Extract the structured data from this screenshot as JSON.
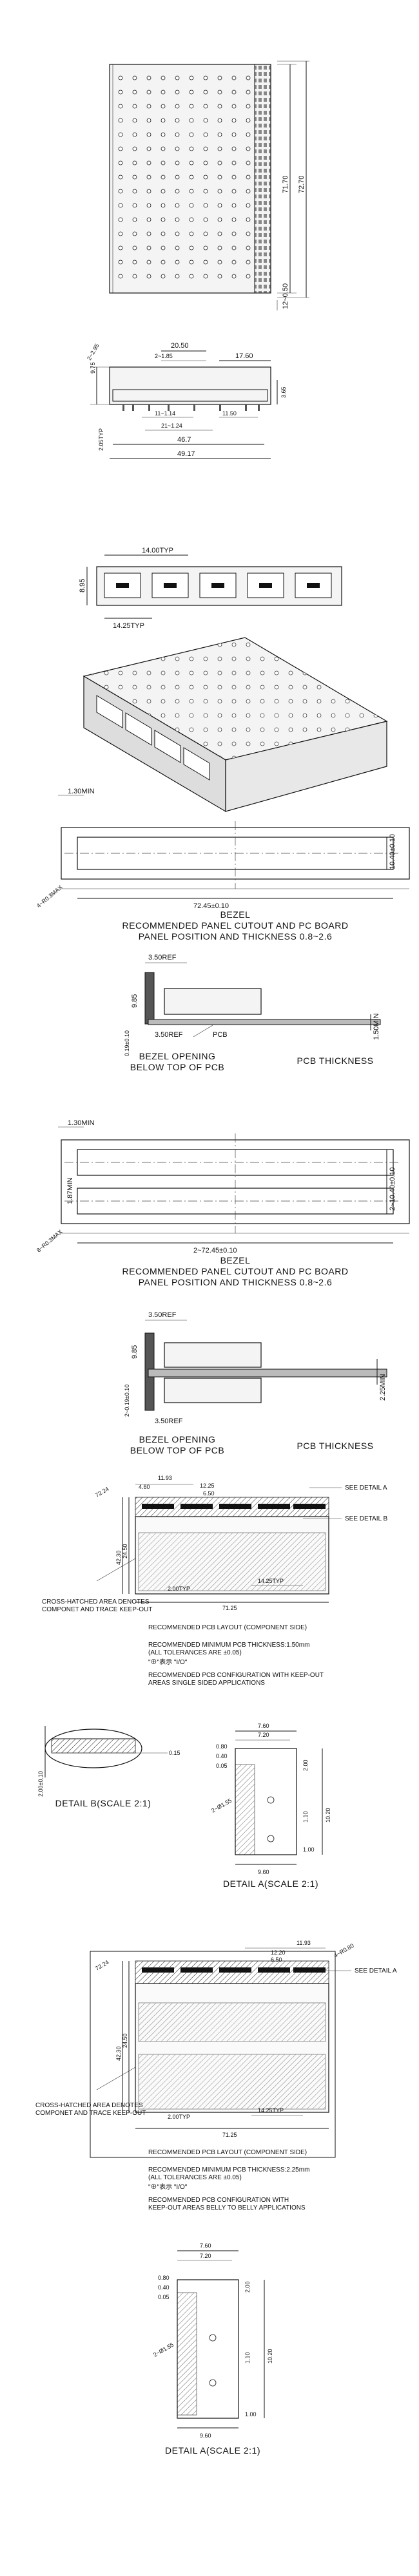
{
  "top_view": {
    "dims": {
      "a": "71.70",
      "b": "72.70",
      "c": "12~0.50"
    }
  },
  "side_view": {
    "dims": {
      "a": "2~2.95",
      "b": "20.50",
      "c": "2~1.85",
      "d": "17.60",
      "e": "9.75",
      "f": "3.65",
      "g": "11~1.14",
      "h": "21~1.24",
      "i": "11.50",
      "j": "46.7",
      "k": "49.17",
      "l": "2.05TYP"
    }
  },
  "front_view": {
    "dims": {
      "a": "14.00TYP",
      "b": "8.95",
      "c": "14.25TYP"
    }
  },
  "bezel_1": {
    "dims": {
      "min": "1.30MIN",
      "height": "10.40±0.10",
      "radius": "4~R0.3MAX",
      "width": "72.45±0.10"
    },
    "label": "BEZEL",
    "caption_1": "RECOMMENDED PANEL CUTOUT AND PC BOARD",
    "caption_2": "PANEL POSITION AND THICKNESS 0.8~2.6"
  },
  "pcb_1": {
    "dims": {
      "ref_top": "3.50REF",
      "a": "9.85",
      "b": "0.19±0.10",
      "ref_bottom": "3.50REF",
      "min": "1.50MIN"
    },
    "pcb_label": "PCB",
    "opening_1": "BEZEL OPENING",
    "opening_2": "BELOW TOP OF PCB",
    "thickness": "PCB THICKNESS"
  },
  "bezel_2": {
    "dims": {
      "min": "1.30MIN",
      "height": "2~10.40±0.10",
      "gap": "1.87MIN",
      "radius": "8~R0.3MAX",
      "width": "2~72.45±0.10"
    },
    "label": "BEZEL",
    "caption_1": "RECOMMENDED PANEL CUTOUT AND PC BOARD",
    "caption_2": "PANEL POSITION AND THICKNESS 0.8~2.6"
  },
  "pcb_2": {
    "dims": {
      "ref_top": "3.50REF",
      "a": "9.85",
      "b": "2~0.19±0.10",
      "ref_bottom": "3.50REF",
      "min": "2.25MIN"
    },
    "opening_1": "BEZEL OPENING",
    "opening_2": "BELOW TOP OF PCB",
    "thickness": "PCB THICKNESS"
  },
  "layout_1": {
    "dims": {
      "a": "11.93",
      "b": "4.60",
      "c": "12.25",
      "d": "6.50",
      "e": "72.24",
      "f": "42.30",
      "g": "24.50",
      "h": "2.00TYP",
      "i": "14.25TYP",
      "j": "71.25"
    },
    "detail_a": "SEE DETAIL A",
    "detail_b": "SEE DETAIL B",
    "hatched_1": "CROSS-HATCHED AREA DENOTES",
    "hatched_2": "COMPONET AND TRACE KEEP-OUT",
    "note_1": "RECOMMENDED PCB LAYOUT (COMPONENT SIDE)",
    "note_2": "RECOMMENDED MINIMUM PCB THICKNESS:1.50mm",
    "note_3": "(ALL TOLERANCES ARE ±0.05)",
    "note_4": "\"⊕\"表示 \"I/O\"",
    "note_5": "RECOMMENDED PCB CONFIGURATION WITH KEEP-OUT",
    "note_6": "AREAS SINGLE SIDED APPLICATIONS"
  },
  "detail_b": {
    "dims": {
      "a": "2.00±0.10",
      "b": "0.15"
    },
    "caption": "DETAIL B(SCALE 2:1)"
  },
  "detail_a_1": {
    "dims": {
      "a": "7.60",
      "b": "7.20",
      "c": "0.80",
      "d": "0.40",
      "e": "0.05",
      "f": "2.00",
      "g": "1.10",
      "h": "10.20",
      "i": "2~Ø1.55",
      "j": "9.60",
      "k": "1.00"
    },
    "caption": "DETAIL A(SCALE 2:1)"
  },
  "layout_2": {
    "dims": {
      "a": "11.93",
      "b": "12.20",
      "c": "6.50",
      "d": "4~R0.80",
      "e": "72.24",
      "f": "42.30",
      "g": "24.50",
      "h": "2.00TYP",
      "i": "14.25TYP",
      "j": "71.25"
    },
    "detail_a": "SEE DETAIL A",
    "hatched_1": "CROSS-HATCHED AREA DENOTES",
    "hatched_2": "COMPONET AND TRACE KEEP-OUT",
    "note_1": "RECOMMENDED PCB LAYOUT (COMPONENT SIDE)",
    "note_2": "RECOMMENDED MINIMUM PCB THICKNESS:2.25mm",
    "note_3": "(ALL TOLERANCES ARE ±0.05)",
    "note_4": "\"⊕\"表示 \"I/O\"",
    "note_5": "RECOMMENDED PCB CONFIGURATION WITH",
    "note_6": "KEEP-OUT AREAS BELLY TO BELLY APPLICATIONS"
  },
  "detail_a_2": {
    "dims": {
      "a": "7.60",
      "b": "7.20",
      "c": "0.80",
      "d": "0.40",
      "e": "0.05",
      "f": "2.00",
      "g": "1.10",
      "h": "10.20",
      "i": "2~Ø1.55",
      "j": "9.60",
      "k": "1.00"
    },
    "caption": "DETAIL A(SCALE 2:1)"
  }
}
